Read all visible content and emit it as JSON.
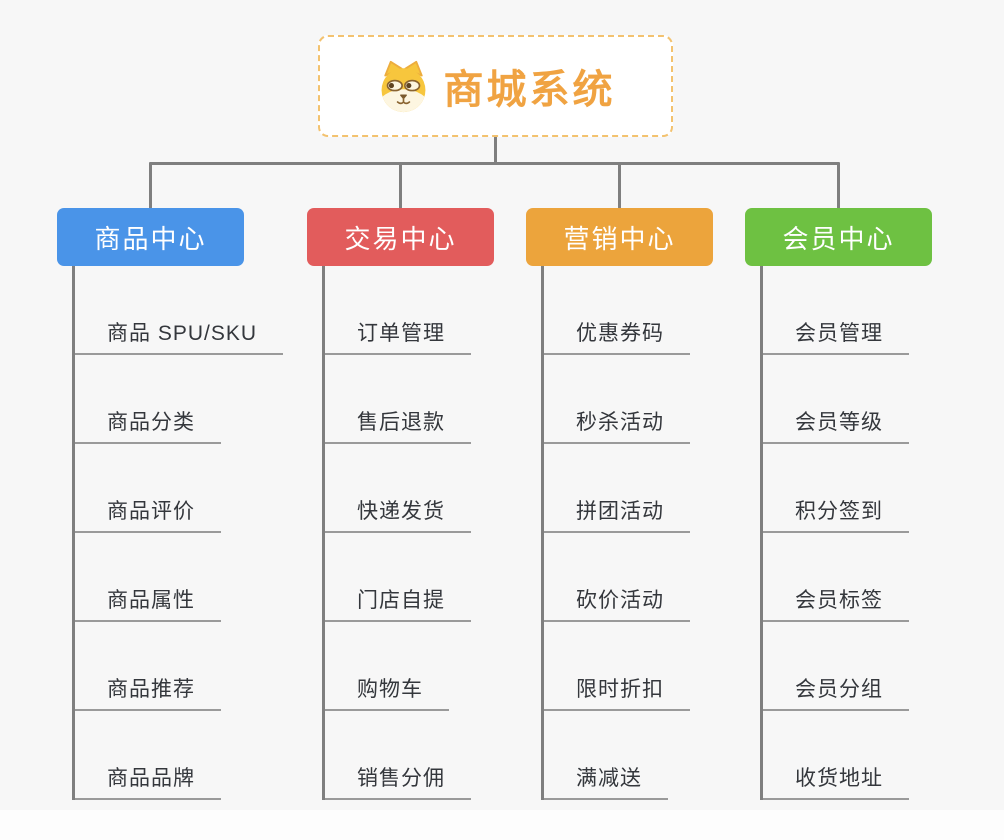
{
  "theme": {
    "canvas-bg": "#f7f7f7",
    "connector-color": "#7f7f7f",
    "underline-color": "#9a9a9a",
    "item-text-color": "#34373c",
    "root-text-color": "#f0a342",
    "root-border-color": "#f3c26f",
    "root-bg": "#ffffff",
    "header-text-color": "#ffffff"
  },
  "root": {
    "title": "商城系统",
    "icon": "dog-face-icon"
  },
  "branches": [
    {
      "id": "product-center",
      "label": "商品中心",
      "color": "#4a94e8",
      "items": [
        "商品 SPU/SKU",
        "商品分类",
        "商品评价",
        "商品属性",
        "商品推荐",
        "商品品牌"
      ]
    },
    {
      "id": "trade-center",
      "label": "交易中心",
      "color": "#e25c5c",
      "items": [
        "订单管理",
        "售后退款",
        "快递发货",
        "门店自提",
        "购物车",
        "销售分佣"
      ]
    },
    {
      "id": "marketing-center",
      "label": "营销中心",
      "color": "#eca43c",
      "items": [
        "优惠券码",
        "秒杀活动",
        "拼团活动",
        "砍价活动",
        "限时折扣",
        "满减送"
      ]
    },
    {
      "id": "member-center",
      "label": "会员中心",
      "color": "#6ec142",
      "items": [
        "会员管理",
        "会员等级",
        "积分签到",
        "会员标签",
        "会员分组",
        "收货地址"
      ]
    }
  ]
}
